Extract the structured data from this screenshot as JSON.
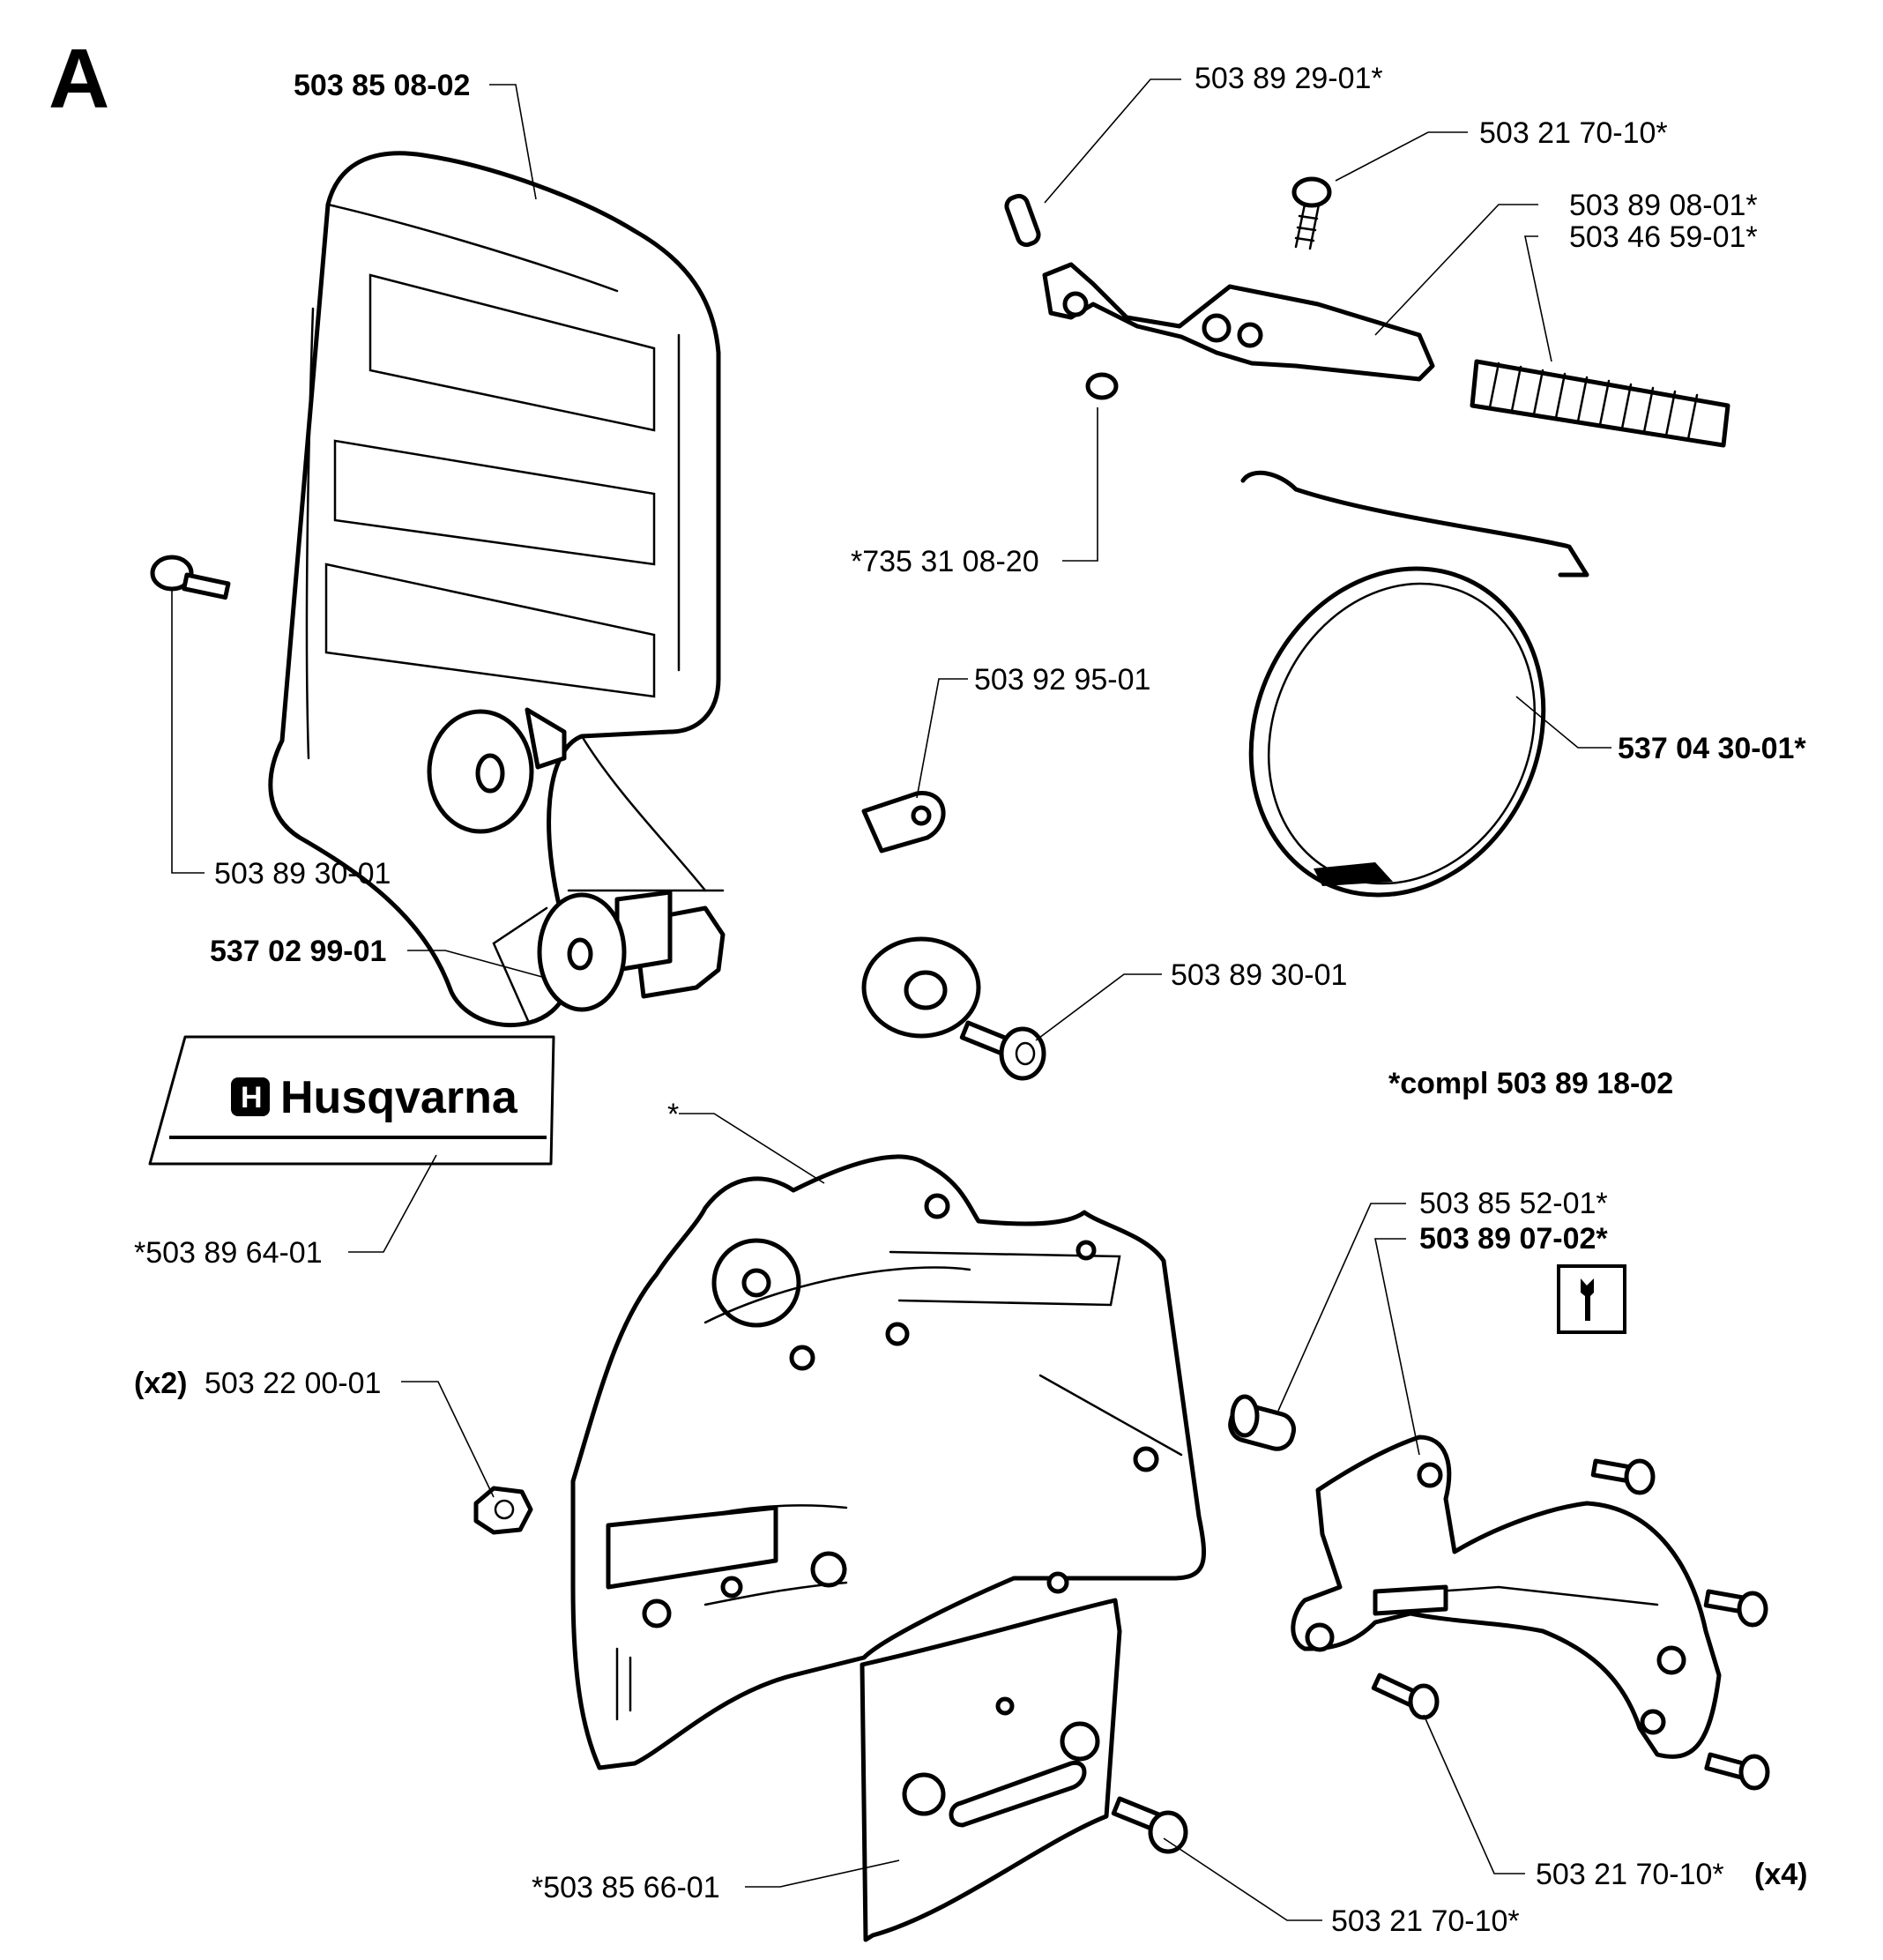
{
  "section_letter": "A",
  "labels": {
    "handguard": "503 85 08-02",
    "pin_top": "503 89 29-01*",
    "screw_top": "503 21 70-10*",
    "lever_arm": "503 89 08-01*",
    "spring": "503 46 59-01*",
    "retaining_ring": "*735 31 08-20",
    "spring_clip": "503 92 95-01",
    "brake_band": "537 04 30-01*",
    "screw_left": "503 89 30-01",
    "washer": "537 02 99-01",
    "screw_right": "503 89 30-01",
    "decal": "*503 89 64-01",
    "compl_note": "*compl 503 89 18-02",
    "star": "*",
    "pin_cover": "503 85 52-01*",
    "chain_guard": "503 89 07-02*",
    "nut_qty": "(x2)",
    "nut": "503 22 00-01",
    "side_plate": "*503 85 66-01",
    "screw_plate": "503 21 70-10*",
    "screw_guard": "503 21 70-10*",
    "screw_guard_qty": "(x4)"
  },
  "decal": {
    "brand": "Husqvarna",
    "logo_letter": "H"
  },
  "icons": {
    "tool_symbol": "wrench-icon"
  }
}
